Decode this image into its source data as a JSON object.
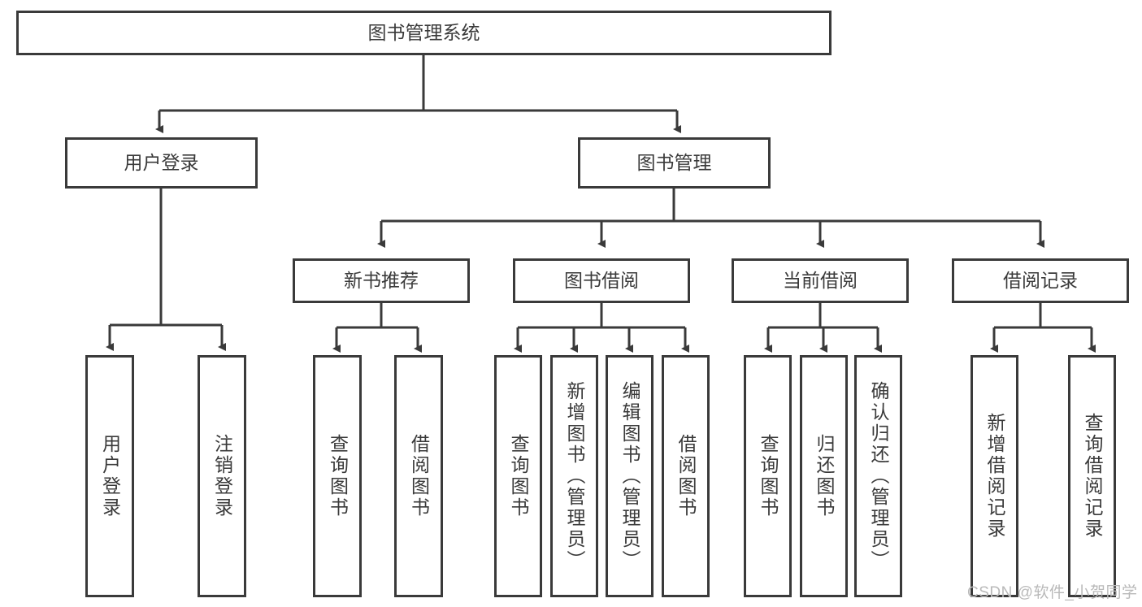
{
  "diagram": {
    "title": "图书管理系统",
    "type": "tree-hierarchy",
    "root": {
      "id": "root",
      "label": "图书管理系统"
    },
    "level1": [
      {
        "id": "user-login",
        "label": "用户登录"
      },
      {
        "id": "book-manage",
        "label": "图书管理"
      }
    ],
    "level2": [
      {
        "id": "new-book-recommend",
        "label": "新书推荐",
        "parent": "book-manage"
      },
      {
        "id": "book-borrow",
        "label": "图书借阅",
        "parent": "book-manage"
      },
      {
        "id": "current-borrow",
        "label": "当前借阅",
        "parent": "book-manage"
      },
      {
        "id": "borrow-record",
        "label": "借阅记录",
        "parent": "book-manage"
      }
    ],
    "leaves": [
      {
        "id": "leaf-user-login",
        "label": "用户登录",
        "parent": "user-login"
      },
      {
        "id": "leaf-logout",
        "label": "注销登录",
        "parent": "user-login"
      },
      {
        "id": "leaf-query-book-1",
        "label": "查询图书",
        "parent": "new-book-recommend"
      },
      {
        "id": "leaf-borrow-book-1",
        "label": "借阅图书",
        "parent": "new-book-recommend"
      },
      {
        "id": "leaf-query-book-2",
        "label": "查询图书",
        "parent": "book-borrow"
      },
      {
        "id": "leaf-add-book",
        "label": "新增图书（管理员）",
        "parent": "book-borrow"
      },
      {
        "id": "leaf-edit-book",
        "label": "编辑图书（管理员）",
        "parent": "book-borrow"
      },
      {
        "id": "leaf-borrow-book-2",
        "label": "借阅图书",
        "parent": "book-borrow"
      },
      {
        "id": "leaf-query-book-3",
        "label": "查询图书",
        "parent": "current-borrow"
      },
      {
        "id": "leaf-return-book",
        "label": "归还图书",
        "parent": "current-borrow"
      },
      {
        "id": "leaf-confirm-return",
        "label": "确认归还（管理员）",
        "parent": "current-borrow"
      },
      {
        "id": "leaf-add-record",
        "label": "新增借阅记录",
        "parent": "borrow-record"
      },
      {
        "id": "leaf-query-record",
        "label": "查询借阅记录",
        "parent": "borrow-record"
      }
    ]
  },
  "watermark": {
    "text": "CSDN @软件_小贺同学"
  },
  "colors": {
    "stroke": "#3a3a3a",
    "fill": "#ffffff",
    "text": "#3a3a3a",
    "watermark": "#b9b9b9"
  }
}
